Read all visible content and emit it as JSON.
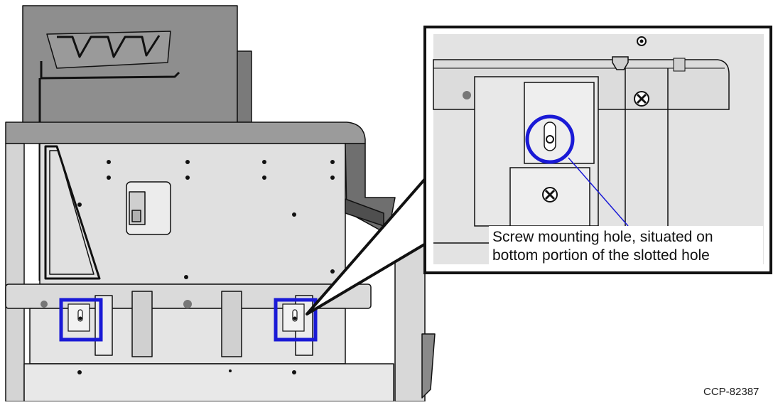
{
  "callout": {
    "line1": "Screw mounting hole, situated on",
    "line2": "bottom portion of the slotted hole"
  },
  "figure_id": "CCP-82387",
  "colors": {
    "highlight_box": "#1a1ad6",
    "panel_gray": "#d9d9d9",
    "dark_gray": "#8a8a8a",
    "outline": "#111111",
    "zoom_bg": "#e3e3e3"
  }
}
